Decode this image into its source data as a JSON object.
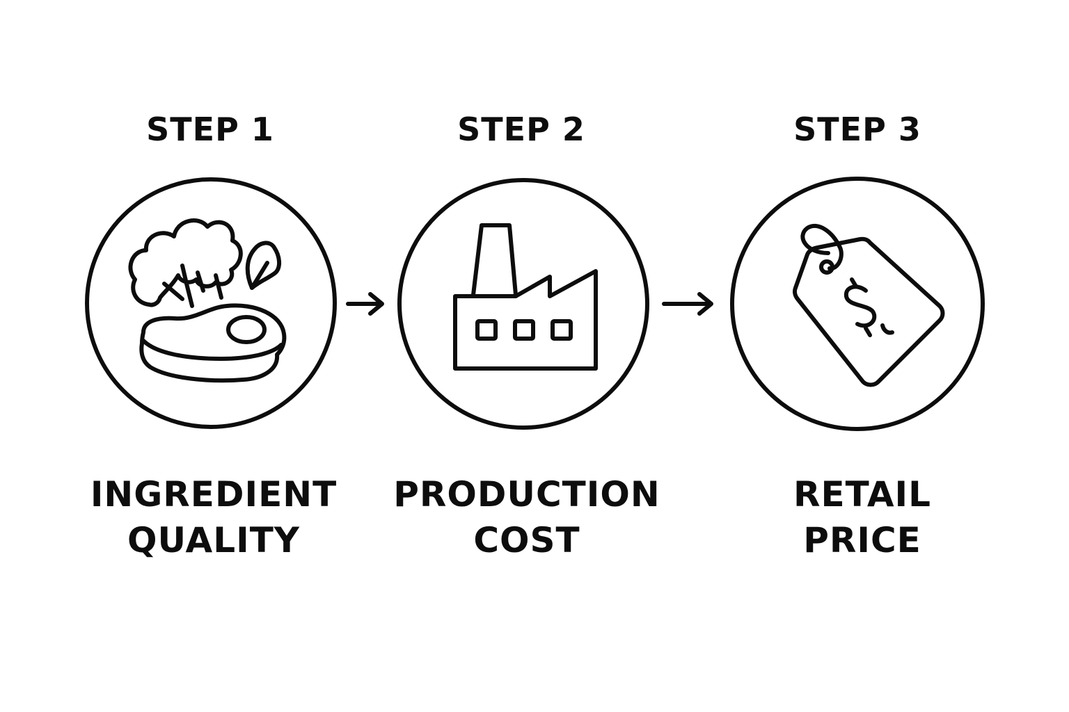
{
  "steps": [
    {
      "label": "STEP 1",
      "title_lines": [
        "INGREDIENT",
        "QUALITY"
      ],
      "icon": "food-ingredients-icon"
    },
    {
      "label": "STEP 2",
      "title_lines": [
        "PRODUCTION",
        "COST"
      ],
      "icon": "factory-icon"
    },
    {
      "label": "STEP 3",
      "title_lines": [
        "RETAIL",
        "PRICE"
      ],
      "icon": "price-tag-icon"
    }
  ],
  "arrows": [
    "arrow-right-icon",
    "arrow-right-icon"
  ],
  "colors": {
    "ink": "#0d0d0d",
    "background": "#ffffff"
  }
}
